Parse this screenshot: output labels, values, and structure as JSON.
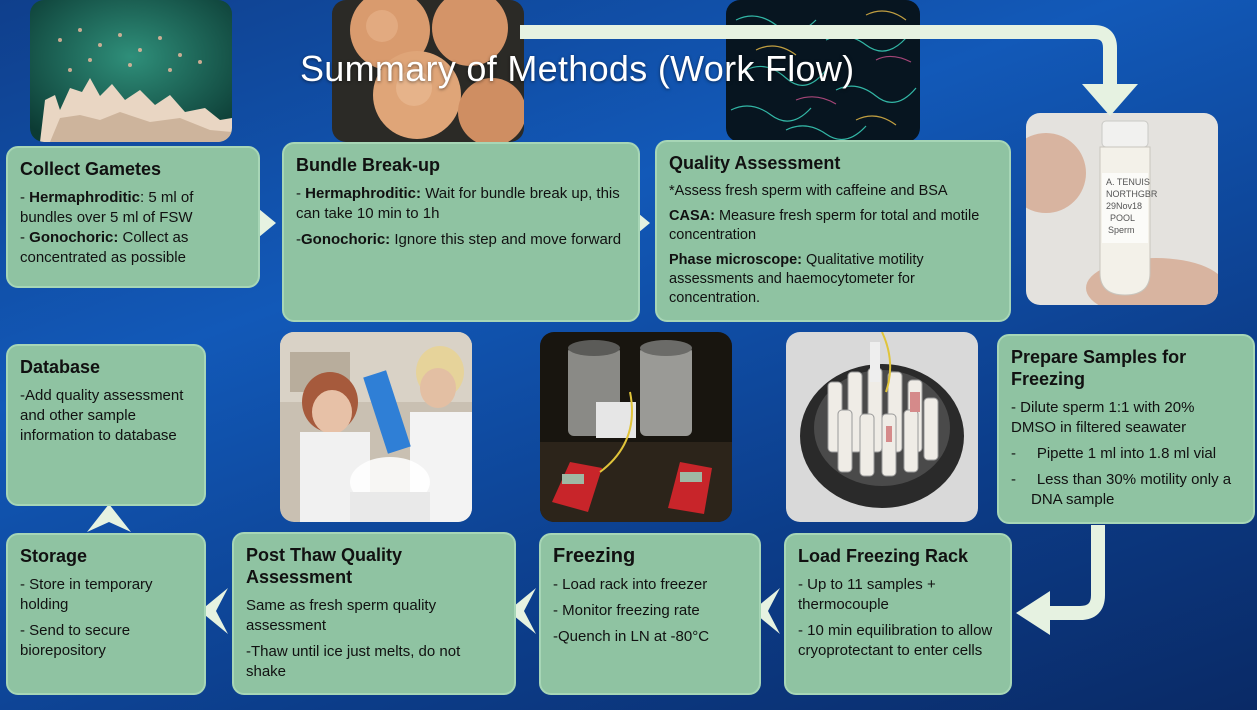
{
  "title": "Summary of Methods (Work Flow)",
  "colors": {
    "box_fill": "#8fc3a2",
    "box_border": "#a7d6b6",
    "arrow": "#e6f2e1",
    "background": "#1259b8"
  },
  "steps": {
    "collect": {
      "title": "Collect Gametes",
      "l1_bold": "Hermaphroditic",
      "l1_text": ": 5 ml of bundles over 5 ml of FSW",
      "l2_bold": "Gonochoric:",
      "l2_text": " Collect as concentrated as possible"
    },
    "bundle": {
      "title": "Bundle Break-up",
      "l1_bold": "Hermaphroditic:",
      "l1_text": " Wait for bundle break up, this can take 10 min to 1h",
      "l2_bold": "Gonochoric:",
      "l2_text": " Ignore this step and move forward"
    },
    "quality": {
      "title": "Quality Assessment",
      "l1": "*Assess fresh sperm with caffeine and BSA",
      "l2_bold": "CASA:",
      "l2_text": " Measure fresh sperm for total and motile concentration",
      "l3_bold": "Phase microscope:",
      "l3_text": " Qualitative motility assessments and haemocytometer for concentration."
    },
    "prepare": {
      "title": "Prepare Samples for Freezing",
      "l1": "- Dilute sperm 1:1 with 20% DMSO in filtered seawater",
      "l2": "Pipette 1 ml into 1.8 ml vial",
      "l3": "Less than 30% motility only a DNA sample"
    },
    "load": {
      "title": "Load Freezing Rack",
      "l1": "- Up to 11 samples + thermocouple",
      "l2": "- 10 min equilibration to allow cryoprotectant to enter cells"
    },
    "freezing": {
      "title": "Freezing",
      "l1": "- Load rack into freezer",
      "l2": "- Monitor freezing rate",
      "l3": "-Quench in LN at -80°C"
    },
    "post_thaw": {
      "title": "Post Thaw Quality Assessment",
      "l1": "Same as fresh sperm quality assessment",
      "l2": "-Thaw until ice just melts, do not shake"
    },
    "storage": {
      "title": "Storage",
      "l1": "- Store in temporary holding",
      "l2": "- Send to secure biorepository"
    },
    "database": {
      "title": "Database",
      "l1": "-Add quality assessment and other sample information to database"
    }
  },
  "vial_label": "A. TENUIS NORTHGBR 29Nov18 POOL Sperm"
}
